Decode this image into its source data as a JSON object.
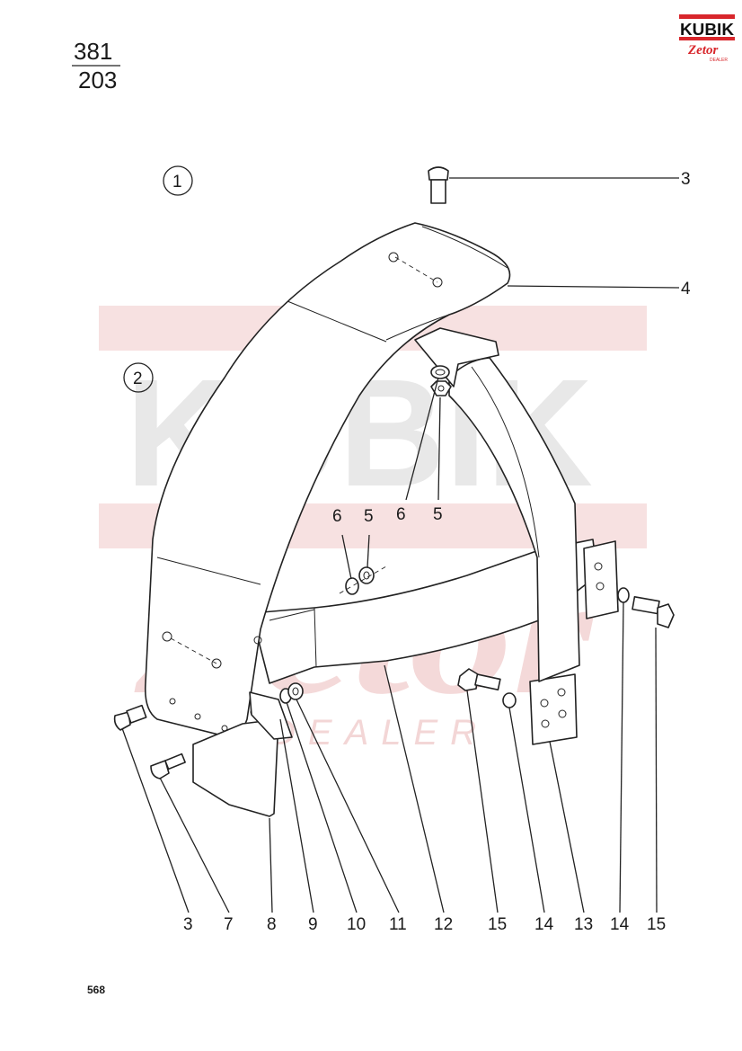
{
  "header": {
    "ref_top": "381",
    "ref_bottom": "203"
  },
  "logo": {
    "brand": "KUBIK",
    "sub": "Zetor",
    "tag": "DEALER",
    "accent": "#d8262b"
  },
  "watermark": {
    "brand": "KUBIK",
    "sub": "Zetor",
    "tag": "DEALER"
  },
  "views": {
    "view1": "1",
    "view2": "2"
  },
  "callouts": {
    "c3_top": "3",
    "c4": "4",
    "c6_mid": "6",
    "c5_mid": "5",
    "c6_upper": "6",
    "c5_upper": "5",
    "b3": "3",
    "b7": "7",
    "b8": "8",
    "b9": "9",
    "b10": "10",
    "b11": "11",
    "b12": "12",
    "b15a": "15",
    "b14a": "14",
    "b13": "13",
    "b14b": "14",
    "b15b": "15"
  },
  "footer": {
    "page_number": "568"
  }
}
